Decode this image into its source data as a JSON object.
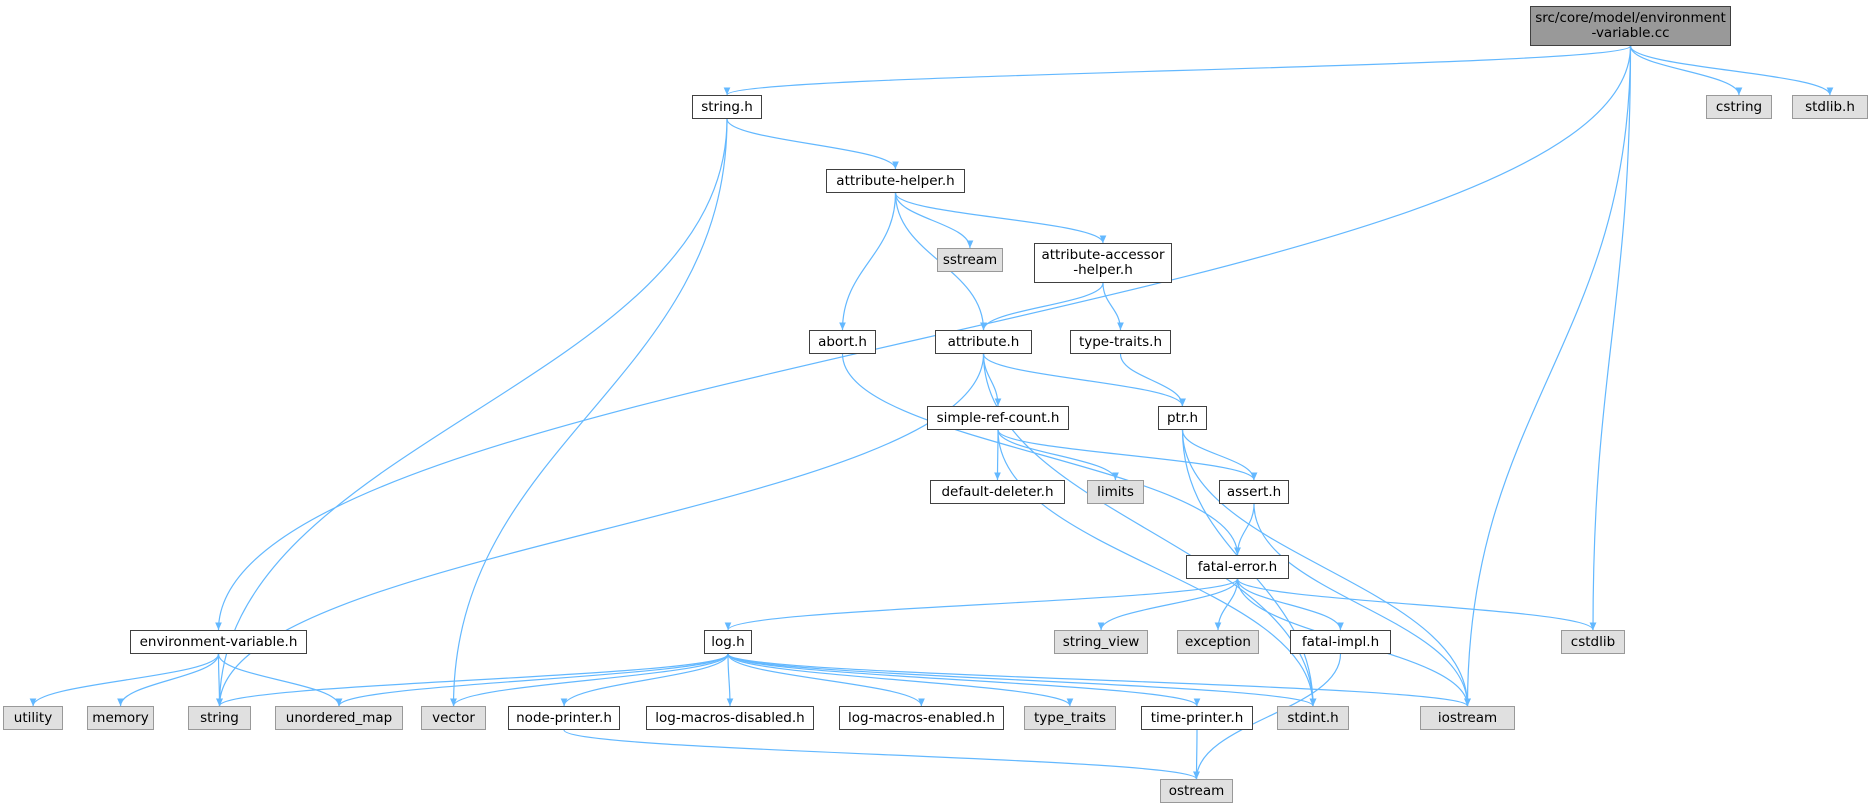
{
  "diagram": {
    "root": "src/core/model/environment\n-variable.cc",
    "edge_color": "#63b8ff",
    "colors": {
      "root_fill": "#999999",
      "external_fill": "#e0e0e0",
      "node_border": "#404040",
      "external_border": "#999999"
    },
    "nodes": [
      {
        "id": "root",
        "label": "src/core/model/environment\n-variable.cc",
        "kind": "root"
      },
      {
        "id": "string_h",
        "label": "string.h",
        "kind": "local"
      },
      {
        "id": "cstring",
        "label": "cstring",
        "kind": "external"
      },
      {
        "id": "stdlib_h",
        "label": "stdlib.h",
        "kind": "external"
      },
      {
        "id": "attribute_helper_h",
        "label": "attribute-helper.h",
        "kind": "local"
      },
      {
        "id": "sstream",
        "label": "sstream",
        "kind": "external"
      },
      {
        "id": "attribute_accessor_helper_h",
        "label": "attribute-accessor\n-helper.h",
        "kind": "local"
      },
      {
        "id": "abort_h",
        "label": "abort.h",
        "kind": "local"
      },
      {
        "id": "attribute_h",
        "label": "attribute.h",
        "kind": "local"
      },
      {
        "id": "type_traits_h",
        "label": "type-traits.h",
        "kind": "local"
      },
      {
        "id": "simple_ref_count_h",
        "label": "simple-ref-count.h",
        "kind": "local"
      },
      {
        "id": "ptr_h",
        "label": "ptr.h",
        "kind": "local"
      },
      {
        "id": "default_deleter_h",
        "label": "default-deleter.h",
        "kind": "local"
      },
      {
        "id": "limits",
        "label": "limits",
        "kind": "external"
      },
      {
        "id": "assert_h",
        "label": "assert.h",
        "kind": "local"
      },
      {
        "id": "fatal_error_h",
        "label": "fatal-error.h",
        "kind": "local"
      },
      {
        "id": "environment_variable_h",
        "label": "environment-variable.h",
        "kind": "local"
      },
      {
        "id": "log_h",
        "label": "log.h",
        "kind": "local"
      },
      {
        "id": "string_view",
        "label": "string_view",
        "kind": "external"
      },
      {
        "id": "exception",
        "label": "exception",
        "kind": "external"
      },
      {
        "id": "fatal_impl_h",
        "label": "fatal-impl.h",
        "kind": "local"
      },
      {
        "id": "cstdlib",
        "label": "cstdlib",
        "kind": "external"
      },
      {
        "id": "utility",
        "label": "utility",
        "kind": "external"
      },
      {
        "id": "memory",
        "label": "memory",
        "kind": "external"
      },
      {
        "id": "string",
        "label": "string",
        "kind": "external"
      },
      {
        "id": "unordered_map",
        "label": "unordered_map",
        "kind": "external"
      },
      {
        "id": "vector",
        "label": "vector",
        "kind": "external"
      },
      {
        "id": "node_printer_h",
        "label": "node-printer.h",
        "kind": "local"
      },
      {
        "id": "log_macros_disabled_h",
        "label": "log-macros-disabled.h",
        "kind": "local"
      },
      {
        "id": "log_macros_enabled_h",
        "label": "log-macros-enabled.h",
        "kind": "local"
      },
      {
        "id": "type_traits",
        "label": "type_traits",
        "kind": "external"
      },
      {
        "id": "time_printer_h",
        "label": "time-printer.h",
        "kind": "local"
      },
      {
        "id": "stdint_h",
        "label": "stdint.h",
        "kind": "external"
      },
      {
        "id": "iostream",
        "label": "iostream",
        "kind": "external"
      },
      {
        "id": "ostream",
        "label": "ostream",
        "kind": "external"
      }
    ],
    "edges": [
      [
        "root",
        "string_h"
      ],
      [
        "root",
        "cstring"
      ],
      [
        "root",
        "stdlib_h"
      ],
      [
        "root",
        "environment_variable_h"
      ],
      [
        "root",
        "cstdlib"
      ],
      [
        "root",
        "iostream"
      ],
      [
        "string_h",
        "attribute_helper_h"
      ],
      [
        "string_h",
        "string"
      ],
      [
        "string_h",
        "vector"
      ],
      [
        "attribute_helper_h",
        "sstream"
      ],
      [
        "attribute_helper_h",
        "attribute_accessor_helper_h"
      ],
      [
        "attribute_helper_h",
        "abort_h"
      ],
      [
        "attribute_helper_h",
        "attribute_h"
      ],
      [
        "attribute_accessor_helper_h",
        "attribute_h"
      ],
      [
        "attribute_accessor_helper_h",
        "type_traits_h"
      ],
      [
        "abort_h",
        "fatal_error_h"
      ],
      [
        "attribute_h",
        "simple_ref_count_h"
      ],
      [
        "attribute_h",
        "ptr_h"
      ],
      [
        "attribute_h",
        "string"
      ],
      [
        "attribute_h",
        "stdint_h"
      ],
      [
        "type_traits_h",
        "ptr_h"
      ],
      [
        "simple_ref_count_h",
        "default_deleter_h"
      ],
      [
        "simple_ref_count_h",
        "limits"
      ],
      [
        "simple_ref_count_h",
        "assert_h"
      ],
      [
        "simple_ref_count_h",
        "stdint_h"
      ],
      [
        "ptr_h",
        "assert_h"
      ],
      [
        "ptr_h",
        "iostream"
      ],
      [
        "ptr_h",
        "stdint_h"
      ],
      [
        "assert_h",
        "fatal_error_h"
      ],
      [
        "assert_h",
        "iostream"
      ],
      [
        "fatal_error_h",
        "log_h"
      ],
      [
        "fatal_error_h",
        "string_view"
      ],
      [
        "fatal_error_h",
        "exception"
      ],
      [
        "fatal_error_h",
        "fatal_impl_h"
      ],
      [
        "fatal_error_h",
        "cstdlib"
      ],
      [
        "fatal_error_h",
        "iostream"
      ],
      [
        "fatal_impl_h",
        "ostream"
      ],
      [
        "environment_variable_h",
        "utility"
      ],
      [
        "environment_variable_h",
        "memory"
      ],
      [
        "environment_variable_h",
        "string"
      ],
      [
        "environment_variable_h",
        "unordered_map"
      ],
      [
        "log_h",
        "string"
      ],
      [
        "log_h",
        "unordered_map"
      ],
      [
        "log_h",
        "vector"
      ],
      [
        "log_h",
        "node_printer_h"
      ],
      [
        "log_h",
        "log_macros_disabled_h"
      ],
      [
        "log_h",
        "log_macros_enabled_h"
      ],
      [
        "log_h",
        "type_traits"
      ],
      [
        "log_h",
        "time_printer_h"
      ],
      [
        "log_h",
        "stdint_h"
      ],
      [
        "log_h",
        "iostream"
      ],
      [
        "node_printer_h",
        "ostream"
      ],
      [
        "time_printer_h",
        "ostream"
      ]
    ]
  }
}
